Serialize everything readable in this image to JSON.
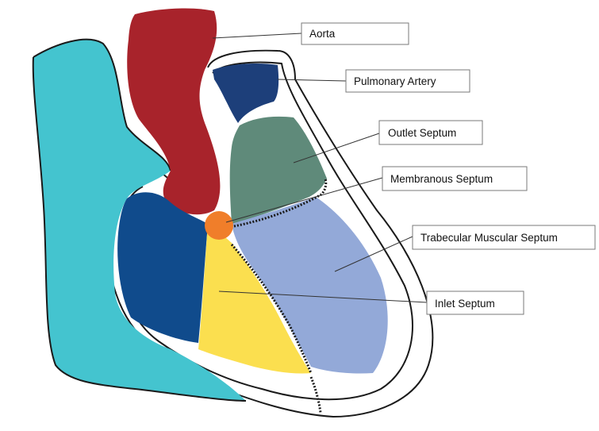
{
  "labels": {
    "aorta": "Aorta",
    "pulmonary_artery": "Pulmonary Artery",
    "outlet_septum": "Outlet Septum",
    "membranous_septum": "Membranous Septum",
    "trabecular_muscular_septum": "Trabecular Muscular Septum",
    "inlet_septum": "Inlet Septum"
  },
  "colors": {
    "aorta": "#a8232b",
    "pulmonary_artery": "#1d3f7a",
    "outlet_septum": "#5f8a7a",
    "membranous_septum": "#f07e2a",
    "trabecular_muscular_septum": "#93a9d8",
    "inlet_septum": "#fbdf4f",
    "right_atrium_vessel": "#44c4cf",
    "left_chamber": "#104b8c"
  }
}
